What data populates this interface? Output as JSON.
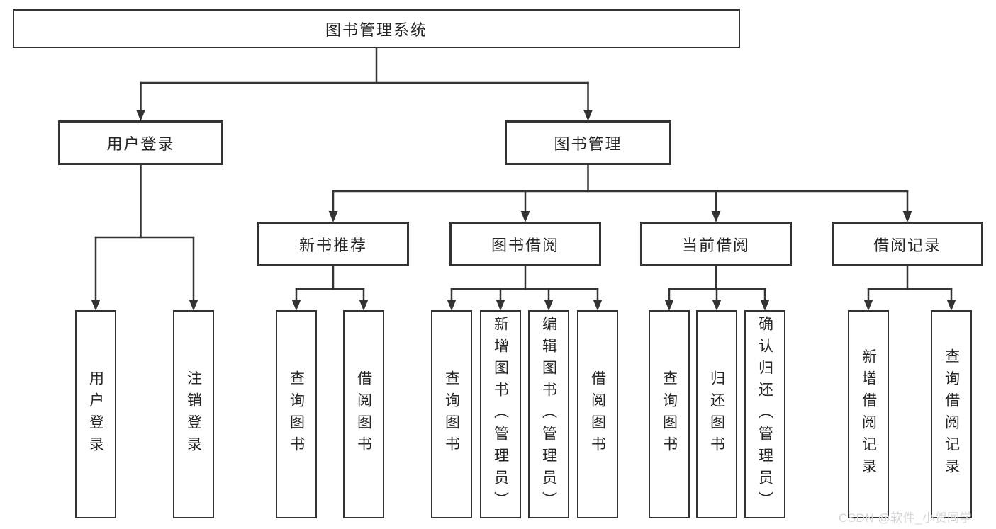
{
  "colors": {
    "line": "#333333",
    "text": "#262626",
    "background": "#ffffff",
    "watermark": "#d2d5d9"
  },
  "watermark": {
    "text": "CSDN @软件_小贺同学"
  },
  "tree": {
    "root": {
      "label": "图书管理系统"
    },
    "branches": [
      {
        "label": "用户登录",
        "leaves": [
          {
            "label": "用户登录"
          },
          {
            "label": "注销登录"
          }
        ]
      },
      {
        "label": "图书管理",
        "groups": [
          {
            "label": "新书推荐",
            "leaves": [
              {
                "label": "查询图书"
              },
              {
                "label": "借阅图书"
              }
            ]
          },
          {
            "label": "图书借阅",
            "leaves": [
              {
                "label": "查询图书"
              },
              {
                "label": "新增图书（管理员）"
              },
              {
                "label": "编辑图书（管理员）"
              },
              {
                "label": "借阅图书"
              }
            ]
          },
          {
            "label": "当前借阅",
            "leaves": [
              {
                "label": "查询图书"
              },
              {
                "label": "归还图书"
              },
              {
                "label": "确认归还（管理员）"
              }
            ]
          },
          {
            "label": "借阅记录",
            "leaves": [
              {
                "label": "新增借阅记录"
              },
              {
                "label": "查询借阅记录"
              }
            ]
          }
        ]
      }
    ]
  }
}
